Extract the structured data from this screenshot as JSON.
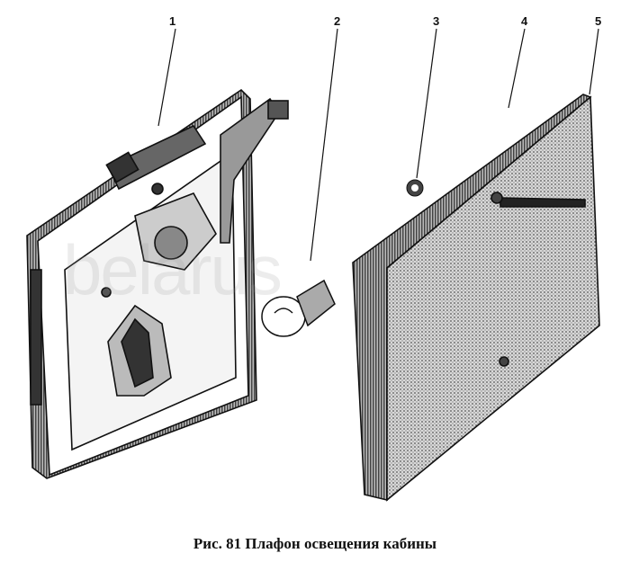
{
  "figure": {
    "callouts": [
      "1",
      "2",
      "3",
      "4",
      "5"
    ],
    "caption": "Рис. 81  Плафон освещения кабины",
    "watermark": "belarus"
  }
}
